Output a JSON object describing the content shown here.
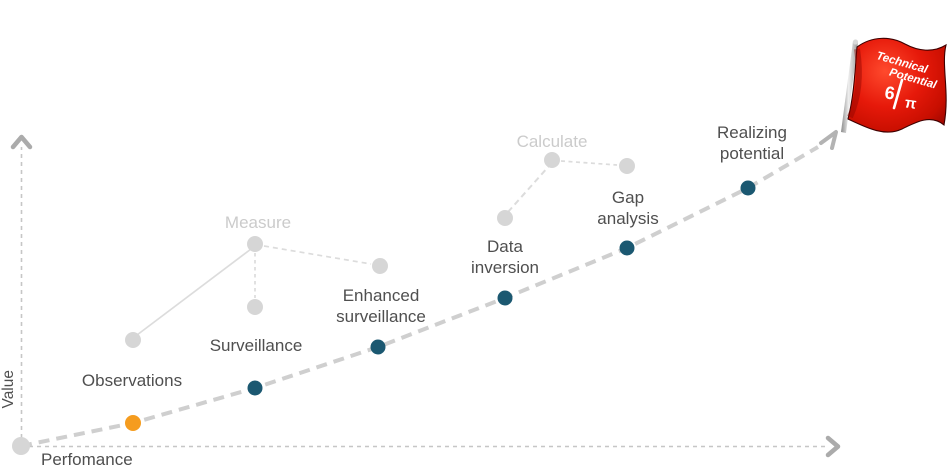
{
  "axes": {
    "x_label": "Perfomance",
    "y_label": "Value"
  },
  "milestones": [
    {
      "id": "observations",
      "label": "Observations"
    },
    {
      "id": "surveillance",
      "label": "Surveillance"
    },
    {
      "id": "measure",
      "label": "Measure"
    },
    {
      "id": "enhanced-surveillance",
      "label": "Enhanced surveillance"
    },
    {
      "id": "data-inversion",
      "label": "Data inversion"
    },
    {
      "id": "calculate",
      "label": "Calculate"
    },
    {
      "id": "gap-analysis",
      "label": "Gap analysis"
    },
    {
      "id": "realizing-potential",
      "label": "Realizing potential"
    }
  ],
  "flag": {
    "line1": "Technical",
    "line2": "Potential",
    "numerator": "6",
    "denominator": "π",
    "color": "#e11b0c"
  },
  "colors": {
    "trend_dot": "#1b5871",
    "start_dot": "#f59c1f",
    "satellite_dot": "#d6d6d6",
    "trend_line": "#cfcfcf",
    "axis_line": "#c6c6c6",
    "label_dark": "#4f4f4f",
    "label_light": "#cbcbcb"
  }
}
